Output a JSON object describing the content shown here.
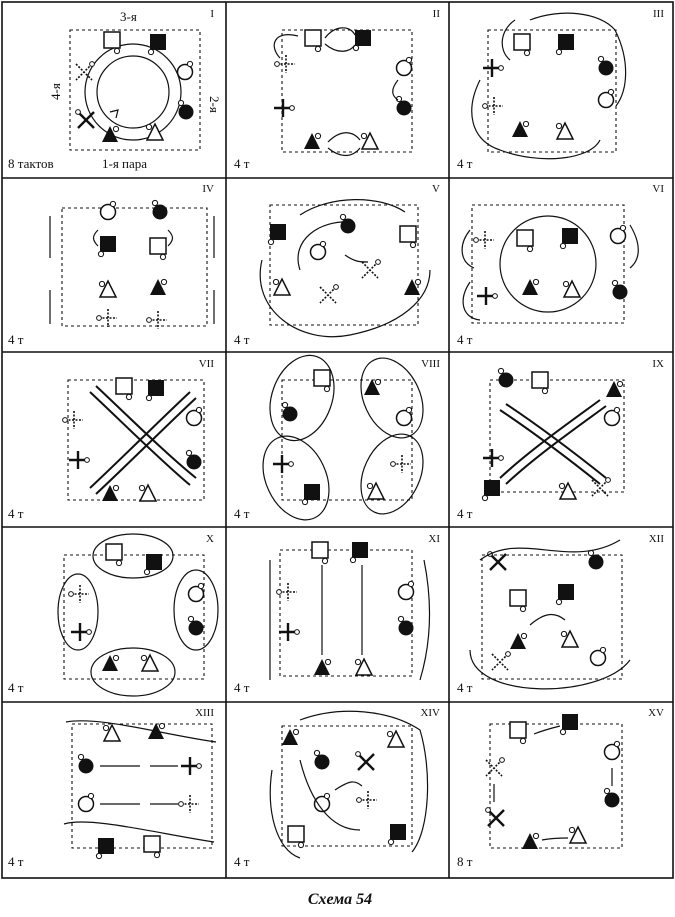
{
  "figures": [
    {
      "id": "I",
      "count": "8 тактов"
    },
    {
      "id": "II",
      "count": "4 т"
    },
    {
      "id": "III",
      "count": "4 т"
    },
    {
      "id": "IV",
      "count": "4 т"
    },
    {
      "id": "V",
      "count": "4 т"
    },
    {
      "id": "VI",
      "count": "4 т"
    },
    {
      "id": "VII",
      "count": "4 т"
    },
    {
      "id": "VIII",
      "count": "4 т"
    },
    {
      "id": "IX",
      "count": "4 т"
    },
    {
      "id": "X",
      "count": "4 т"
    },
    {
      "id": "XI",
      "count": "4 т"
    },
    {
      "id": "XII",
      "count": "4 т"
    },
    {
      "id": "XIII",
      "count": "4 т"
    },
    {
      "id": "XIV",
      "count": "4 т"
    },
    {
      "id": "XV",
      "count": "8 т"
    }
  ],
  "figure1_labels": {
    "couple1": "1-я пара",
    "couple2": "2-я",
    "couple3": "3-я",
    "couple4": "4-я"
  },
  "caption": "Схема 54"
}
